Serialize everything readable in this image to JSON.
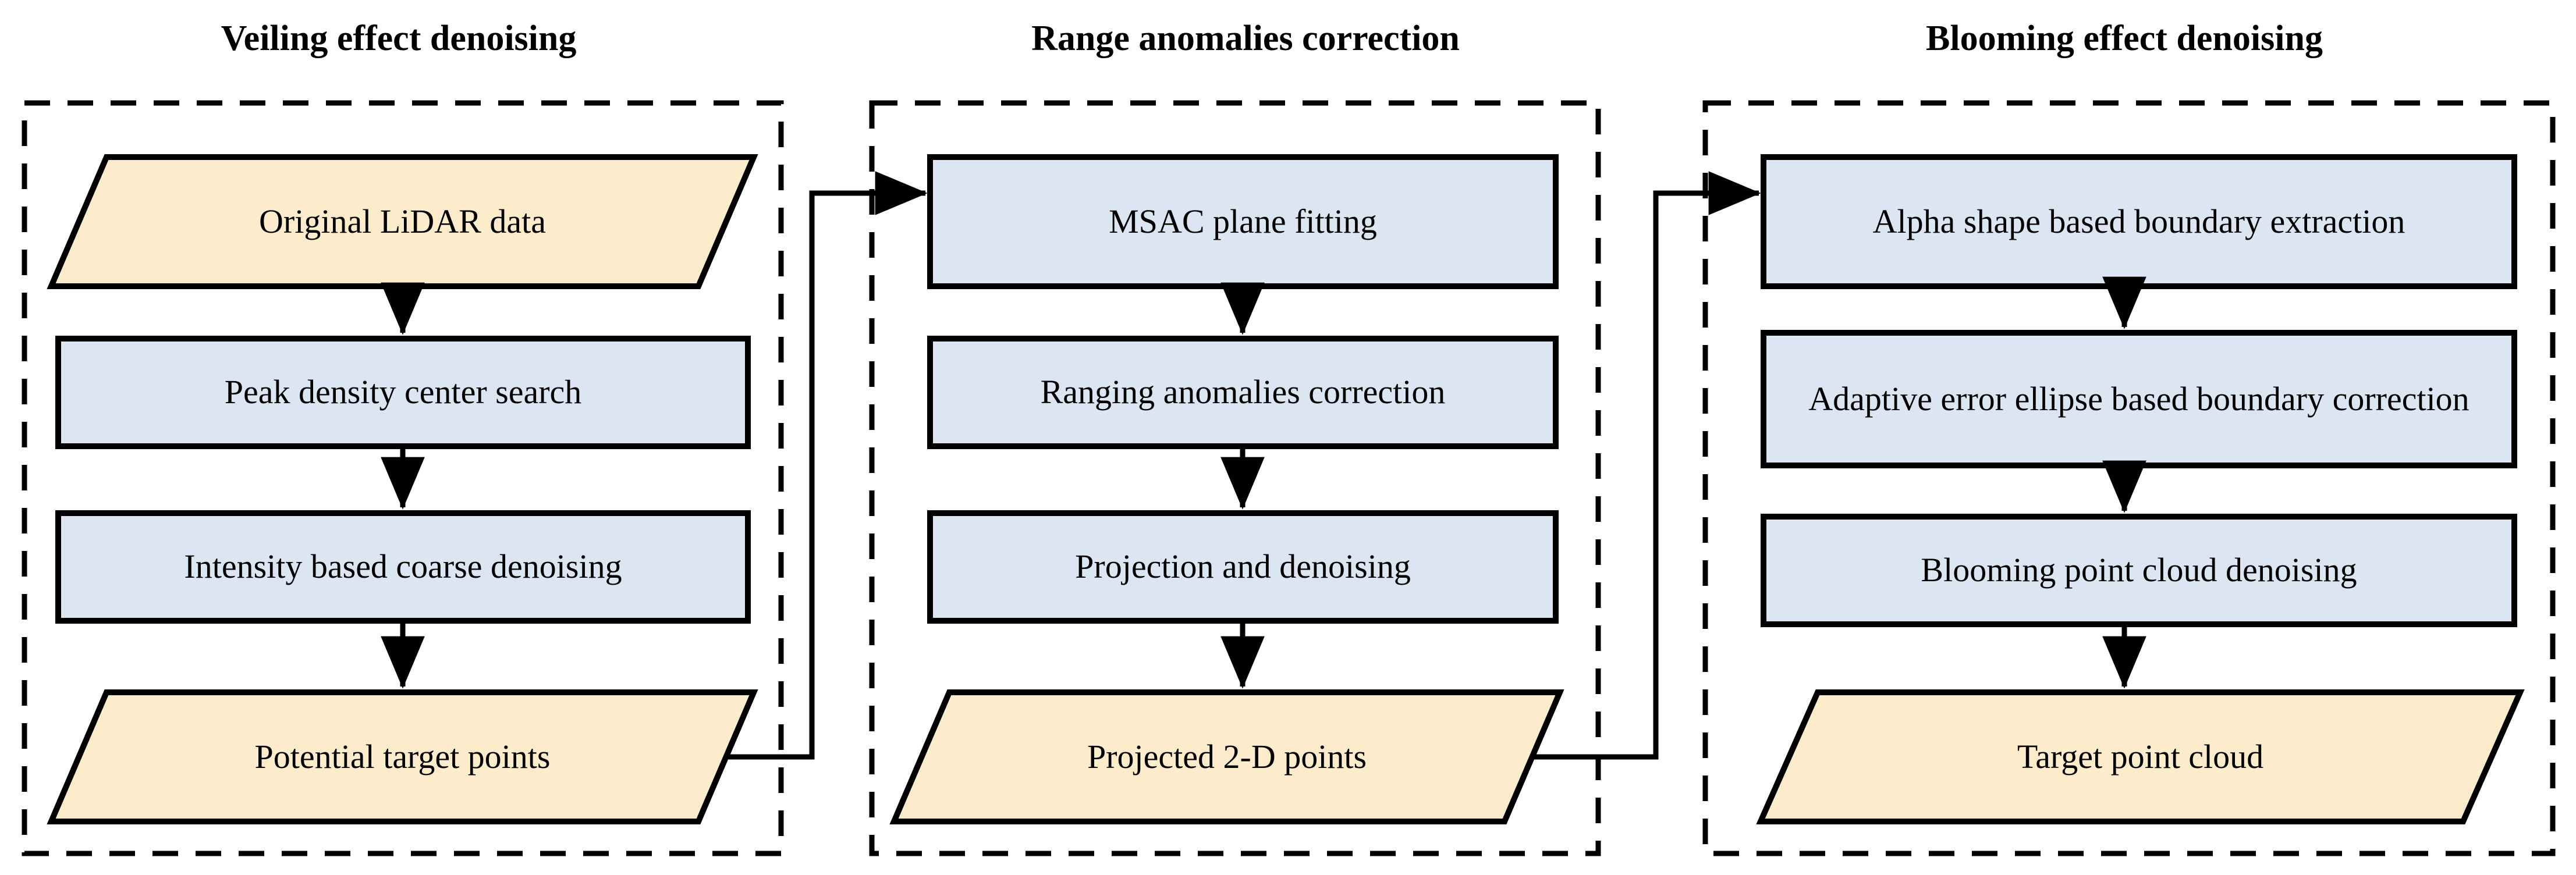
{
  "colors": {
    "process_fill": "#dce6f2",
    "data_fill": "#fdeccc",
    "stroke": "#000000",
    "background": "#ffffff",
    "group_border": "#000000"
  },
  "stages": [
    {
      "id": "veiling",
      "title": "Veiling effect denoising",
      "nodes": [
        {
          "id": "original-lidar-data",
          "shape": "parallelogram",
          "label": "Original LiDAR data"
        },
        {
          "id": "peak-density-center-search",
          "shape": "rectangle",
          "label": "Peak density center search"
        },
        {
          "id": "intensity-based-coarse-denoising",
          "shape": "rectangle",
          "label": "Intensity based coarse denoising"
        },
        {
          "id": "potential-target-points",
          "shape": "parallelogram",
          "label": "Potential target points"
        }
      ]
    },
    {
      "id": "range",
      "title": "Range anomalies correction",
      "nodes": [
        {
          "id": "msac-plane-fitting",
          "shape": "rectangle",
          "label": "MSAC plane fitting"
        },
        {
          "id": "ranging-anomalies-correction",
          "shape": "rectangle",
          "label": "Ranging anomalies correction"
        },
        {
          "id": "projection-and-denoising",
          "shape": "rectangle",
          "label": "Projection and denoising"
        },
        {
          "id": "projected-2d-points",
          "shape": "parallelogram",
          "label": "Projected 2-D points"
        }
      ]
    },
    {
      "id": "blooming",
      "title": "Blooming effect denoising",
      "nodes": [
        {
          "id": "alpha-shape-based-boundary-extraction",
          "shape": "rectangle",
          "label": "Alpha shape based boundary extraction"
        },
        {
          "id": "adaptive-error-ellipse-based-boundary-correction",
          "shape": "rectangle",
          "label": "Adaptive error ellipse based boundary correction"
        },
        {
          "id": "blooming-point-cloud-denoising",
          "shape": "rectangle",
          "label": "Blooming point cloud denoising"
        },
        {
          "id": "target-point-cloud",
          "shape": "parallelogram",
          "label": "Target point cloud"
        }
      ]
    }
  ],
  "connectors": [
    {
      "id": "original-to-peak",
      "from": "original-lidar-data",
      "to": "peak-density-center-search",
      "kind": "vertical-arrow"
    },
    {
      "id": "peak-to-intensity",
      "from": "peak-density-center-search",
      "to": "intensity-based-coarse-denoising",
      "kind": "vertical-arrow"
    },
    {
      "id": "intensity-to-potential",
      "from": "intensity-based-coarse-denoising",
      "to": "potential-target-points",
      "kind": "vertical-arrow"
    },
    {
      "id": "potential-to-msac",
      "from": "potential-target-points",
      "to": "msac-plane-fitting",
      "kind": "elbow-arrow"
    },
    {
      "id": "msac-to-ranging",
      "from": "msac-plane-fitting",
      "to": "ranging-anomalies-correction",
      "kind": "vertical-arrow"
    },
    {
      "id": "ranging-to-projection",
      "from": "ranging-anomalies-correction",
      "to": "projection-and-denoising",
      "kind": "vertical-arrow"
    },
    {
      "id": "projection-to-projected2d",
      "from": "projection-and-denoising",
      "to": "projected-2d-points",
      "kind": "vertical-arrow"
    },
    {
      "id": "projected2d-to-alpha",
      "from": "projected-2d-points",
      "to": "alpha-shape-based-boundary-extraction",
      "kind": "elbow-arrow"
    },
    {
      "id": "alpha-to-adaptive",
      "from": "alpha-shape-based-boundary-extraction",
      "to": "adaptive-error-ellipse-based-boundary-correction",
      "kind": "vertical-arrow"
    },
    {
      "id": "adaptive-to-blooming",
      "from": "adaptive-error-ellipse-based-boundary-correction",
      "to": "blooming-point-cloud-denoising",
      "kind": "vertical-arrow"
    },
    {
      "id": "blooming-to-target",
      "from": "blooming-point-cloud-denoising",
      "to": "target-point-cloud",
      "kind": "vertical-arrow"
    }
  ]
}
